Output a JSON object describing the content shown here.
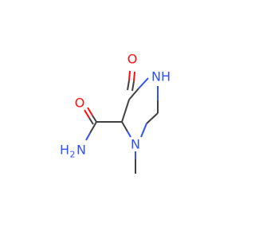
{
  "molecule": {
    "atoms": {
      "oxygen_ring": "O",
      "nitrogen_nh": "N",
      "hydrogen_nh": "H",
      "oxygen_amide": "O",
      "nitrogen_methyl": "N",
      "amide_nh2_h": "H",
      "amide_nh2_subscript": "2",
      "amide_nh2_n": "N"
    },
    "colors": {
      "bond": "#404040",
      "carbon": "#404040",
      "oxygen": "#ff0d0d",
      "nitrogen": "#3050f8"
    }
  }
}
